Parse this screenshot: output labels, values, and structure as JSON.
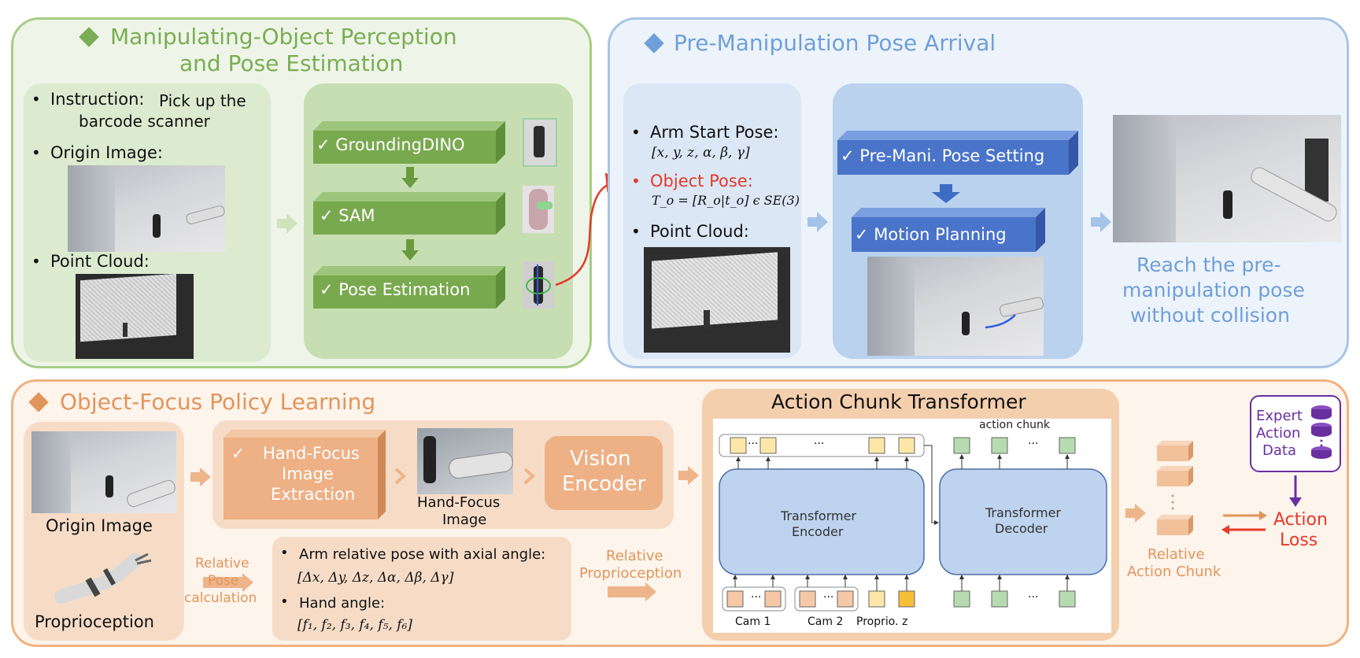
{
  "panel1": {
    "title_line1": "Manipulating-Object Perception",
    "title_line2": "and Pose Estimation",
    "instruction_label": "Instruction:",
    "instruction_text_1": "Pick up the",
    "instruction_text_2": "barcode scanner",
    "origin_image_label": "Origin Image:",
    "point_cloud_label": "Point Cloud:",
    "steps": [
      "✓ GroundingDINO",
      "✓ SAM",
      "✓ Pose Estimation"
    ]
  },
  "panel2": {
    "title": "Pre-Manipulation Pose Arrival",
    "arm_start_label": "Arm Start Pose:",
    "arm_start_formula": "[x, y, z, α, β, γ]",
    "object_pose_label": "Object Pose:",
    "object_pose_formula": "T_o = [R_o|t_o] ϵ SE(3)",
    "point_cloud_label": "Point Cloud:",
    "step_setting": "✓ Pre-Mani. Pose Setting",
    "step_planning": "✓ Motion Planning",
    "result_line1": "Reach the pre-",
    "result_line2": "manipulation pose",
    "result_line3": "without collision"
  },
  "panel3": {
    "title": "Object-Focus Policy Learning",
    "origin_image_label": "Origin Image",
    "proprioception_label": "Proprioception",
    "hand_focus_extract_1": "Hand-Focus",
    "hand_focus_extract_2": "Image",
    "hand_focus_extract_3": "Extraction",
    "hand_focus_check": "✓",
    "hand_focus_image_1": "Hand-Focus",
    "hand_focus_image_2": "Image",
    "vision_encoder_1": "Vision",
    "vision_encoder_2": "Encoder",
    "relative_pose_1": "Relative",
    "relative_pose_2": "Pose",
    "relative_pose_3": "calculation",
    "arm_relative_label": "Arm relative pose with axial angle:",
    "arm_relative_formula": "[Δx, Δy, Δz, Δα, Δβ, Δγ]",
    "hand_angle_label": "Hand angle:",
    "hand_angle_formula": "[f₁, f₂, f₃, f₄, f₅, f₆]",
    "relative_proprio_1": "Relative",
    "relative_proprio_2": "Proprioception",
    "act_title": "Action Chunk Transformer",
    "action_chunk_label": "action chunk",
    "encoder_1": "Transformer",
    "encoder_2": "Encoder",
    "decoder_1": "Transformer",
    "decoder_2": "Decoder",
    "ellipsis": "···",
    "cam1": "Cam 1",
    "cam2": "Cam 2",
    "proprio_z": "Proprio. z",
    "relative_chunk_1": "Relative",
    "relative_chunk_2": "Action Chunk",
    "expert_1": "Expert",
    "expert_2": "Action",
    "expert_3": "Data",
    "action_loss_1": "Action",
    "action_loss_2": "Loss"
  },
  "colors": {
    "green": "#7aad54",
    "green_block": "#79a94f",
    "blue": "#6f9fd8",
    "blue_block": "#4a74c9",
    "orange": "#e2955a",
    "red": "#e53a2a",
    "purple": "#6a2f9f"
  }
}
